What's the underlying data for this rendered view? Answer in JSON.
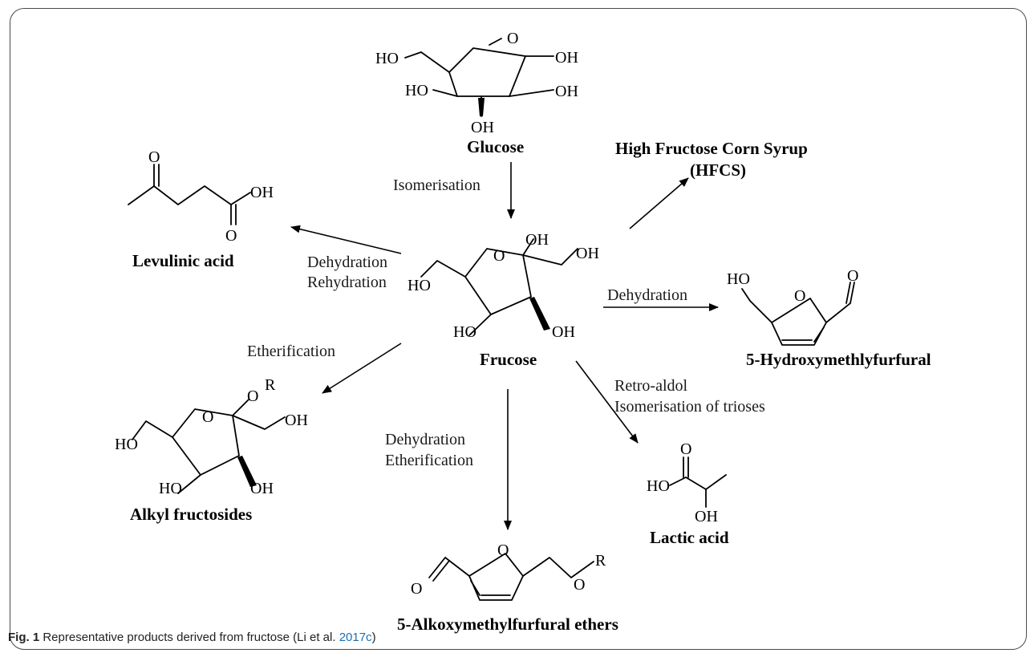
{
  "figure": {
    "caption_label": "Fig. 1",
    "caption_text": "Representative products derived from fructose (Li et al. ",
    "caption_ref": "2017c",
    "caption_end": ")"
  },
  "compounds": {
    "glucose": "Glucose",
    "fructose": "Frucose",
    "hfcs_line1": "High Fructose Corn Syrup",
    "hfcs_line2": "(HFCS)",
    "levulinic": "Levulinic acid",
    "hmf": "5-Hydroxymethlyfurfural",
    "alkyl": "Alkyl fructosides",
    "amf": "5-Alkoxymethylfurfural ethers",
    "lactic": "Lactic acid"
  },
  "reactions": {
    "isomerisation": "Isomerisation",
    "dehyd_rehyd_1": "Dehydration",
    "dehyd_rehyd_2": "Rehydration",
    "dehydration": "Dehydration",
    "etherification": "Etherification",
    "dehyd_ether_1": "Dehydration",
    "dehyd_ether_2": "Etherification",
    "retro_1": "Retro-aldol",
    "retro_2": "Isomerisation of trioses"
  },
  "atoms": {
    "O": "O",
    "OH": "OH",
    "HO": "HO",
    "R": "R"
  }
}
